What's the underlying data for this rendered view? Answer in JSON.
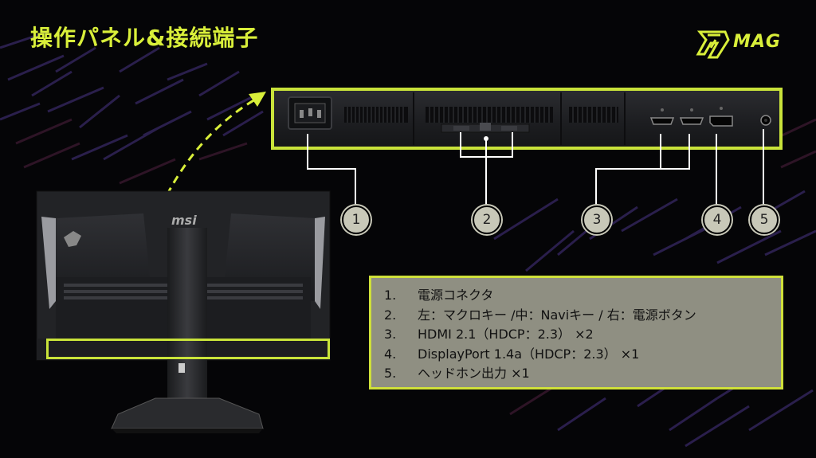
{
  "title": "操作パネル&接続端子",
  "logo": {
    "text": "MAG",
    "icon": "msi-dragon-logo-icon"
  },
  "monitor": {
    "brand": "msi"
  },
  "callouts": [
    "1",
    "2",
    "3",
    "4",
    "5"
  ],
  "legend": [
    {
      "no": "1.",
      "text": "電源コネクタ"
    },
    {
      "no": "2.",
      "text": "左：マクロキー /中：Naviキー / 右：電源ボタン"
    },
    {
      "no": "3.",
      "text": "HDMI 2.1（HDCP：2.3） ×2"
    },
    {
      "no": "4.",
      "text": "DisplayPort 1.4a（HDCP：2.3） ×1"
    },
    {
      "no": "5.",
      "text": "ヘッドホン出力 ×1"
    }
  ],
  "colors": {
    "accent": "#d9ef3a",
    "background": "#050507",
    "legend_bg": "#8f8f82"
  }
}
